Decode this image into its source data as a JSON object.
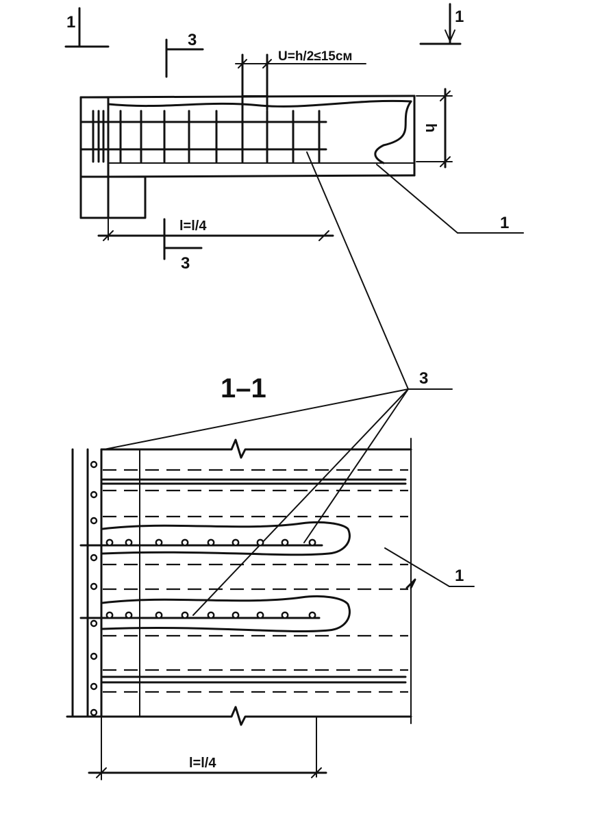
{
  "labels": {
    "section_mark_left": "1",
    "section_mark_right": "1",
    "section_mark_3_top": "3",
    "section_mark_3_bottom": "3",
    "spacing_formula": "U=h/2≤15см",
    "height_symbol": "h",
    "callout_1_top": "1",
    "length_formula_top": "l=l/4",
    "section_title": "1–1",
    "callout_3": "3",
    "callout_1_bottom": "1",
    "length_formula_bottom": "l=l/4"
  },
  "colors": {
    "ink": "#111111",
    "paper": "#ffffff"
  }
}
